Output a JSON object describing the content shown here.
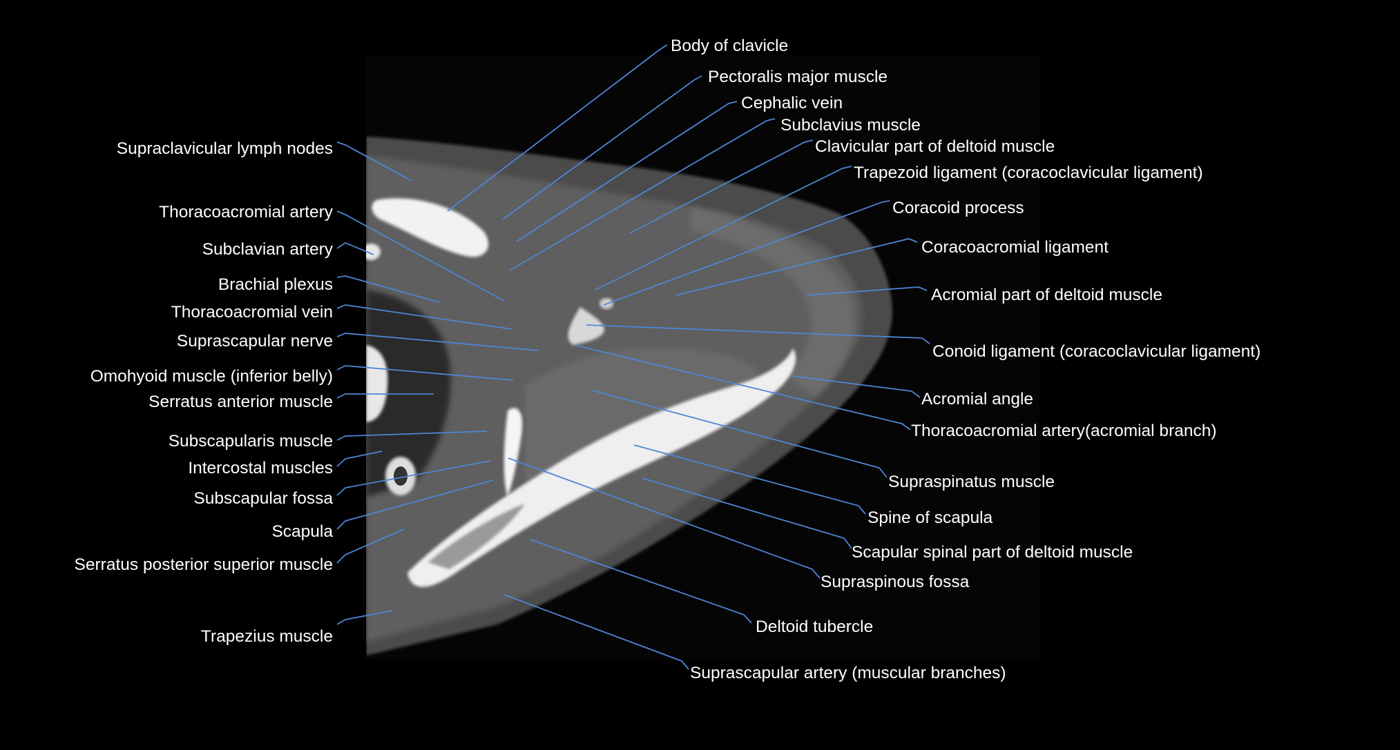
{
  "labels": {
    "body_of_clavicle": "Body of clavicle",
    "pectoralis_major": "Pectoralis major muscle",
    "cephalic_vein": "Cephalic vein",
    "subclavius": "Subclavius muscle",
    "clavicular_deltoid": "Clavicular part of deltoid muscle",
    "trapezoid_ligament": "Trapezoid ligament (coracoclavicular ligament)",
    "coracoid_process": "Coracoid process",
    "coracoacromial_ligament": "Coracoacromial ligament",
    "acromial_deltoid": "Acromial part of deltoid muscle",
    "conoid_ligament": "Conoid ligament (coracoclavicular ligament)",
    "acromial_angle": "Acromial angle",
    "thoracoacromial_acromial_branch": "Thoracoacromial artery(acromial branch)",
    "supraspinatus": "Supraspinatus muscle",
    "spine_of_scapula": "Spine of scapula",
    "scapular_spinal_deltoid": "Scapular spinal part of deltoid muscle",
    "supraspinous_fossa": "Supraspinous fossa",
    "deltoid_tubercle": "Deltoid tubercle",
    "suprascapular_artery": "Suprascapular artery (muscular branches)",
    "supraclavicular_nodes": "Supraclavicular lymph nodes",
    "thoracoacromial_artery": "Thoracoacromial artery",
    "subclavian_artery": "Subclavian artery",
    "brachial_plexus": "Brachial plexus",
    "thoracoacromial_vein": "Thoracoacromial vein",
    "suprascapular_nerve": "Suprascapular nerve",
    "omohyoid": "Omohyoid muscle (inferior belly)",
    "serratus_anterior": "Serratus anterior muscle",
    "subscapularis": "Subscapularis muscle",
    "intercostal": "Intercostal muscles",
    "subscapular_fossa": "Subscapular fossa",
    "scapula": "Scapula",
    "serratus_posterior_superior": "Serratus posterior superior muscle",
    "trapezius": "Trapezius muscle"
  },
  "colors": {
    "background": "#000000",
    "leader_line": "#4e86d6",
    "label_text": "#ffffff"
  }
}
